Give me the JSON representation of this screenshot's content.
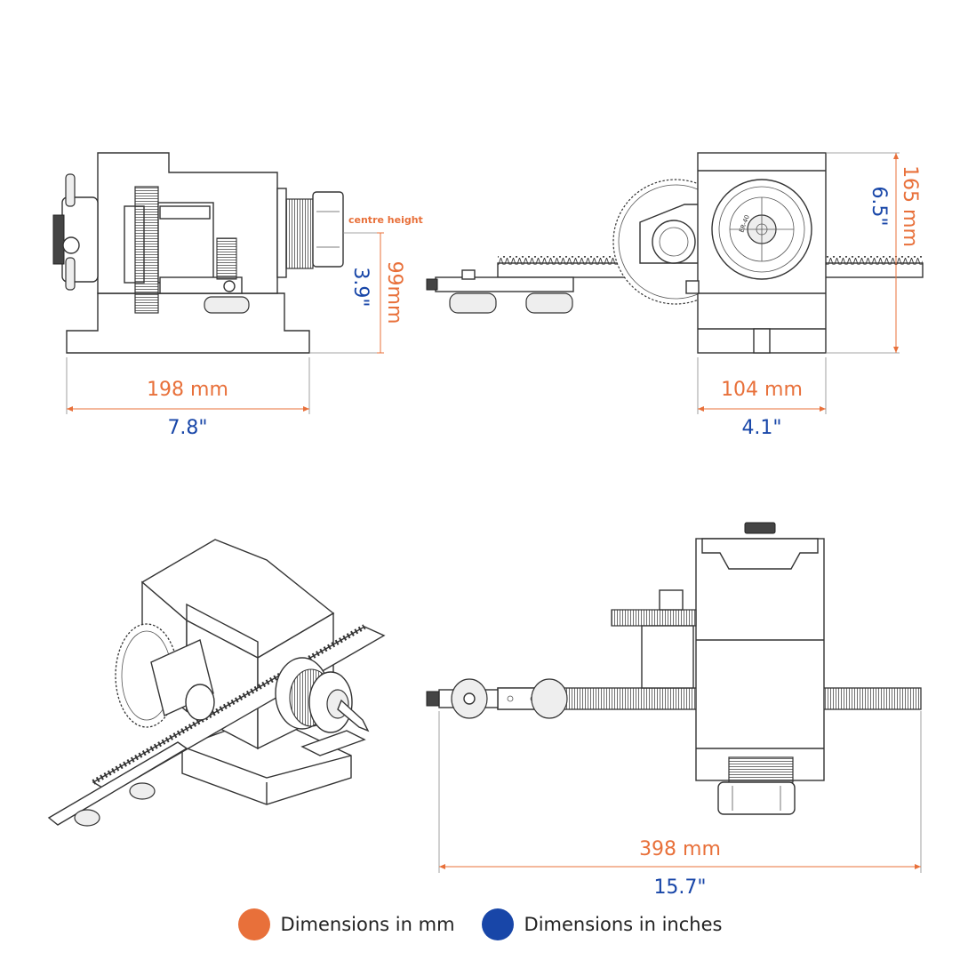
{
  "views": {
    "side": {
      "width_mm": "198 mm",
      "width_in": "7.8\"",
      "centre_height_label": "centre height",
      "centre_height_mm": "99mm",
      "centre_height_in": "3.9\""
    },
    "front": {
      "width_mm": "104 mm",
      "width_in": "4.1\"",
      "height_mm": "165 mm",
      "height_in": "6.5\"",
      "collet_marking": "ER-40"
    },
    "top": {
      "length_mm": "398 mm",
      "length_in": "15.7\""
    }
  },
  "legend": {
    "mm": {
      "label": "Dimensions in mm",
      "color": "#e8703a"
    },
    "inches": {
      "label": "Dimensions in inches",
      "color": "#1846a8"
    }
  }
}
